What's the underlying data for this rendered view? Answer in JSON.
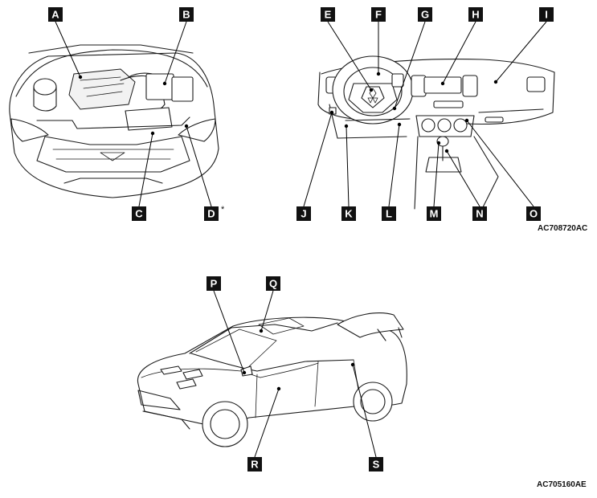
{
  "callouts": [
    {
      "letter": "A"
    },
    {
      "letter": "B"
    },
    {
      "letter": "C"
    },
    {
      "letter": "D",
      "note": "*"
    },
    {
      "letter": "E"
    },
    {
      "letter": "F"
    },
    {
      "letter": "G"
    },
    {
      "letter": "H"
    },
    {
      "letter": "I"
    },
    {
      "letter": "J"
    },
    {
      "letter": "K"
    },
    {
      "letter": "L"
    },
    {
      "letter": "M"
    },
    {
      "letter": "N"
    },
    {
      "letter": "O"
    },
    {
      "letter": "P"
    },
    {
      "letter": "Q"
    },
    {
      "letter": "R"
    },
    {
      "letter": "S"
    }
  ],
  "figure_codes": {
    "top": "AC708720AC",
    "bottom": "AC705160AE"
  }
}
